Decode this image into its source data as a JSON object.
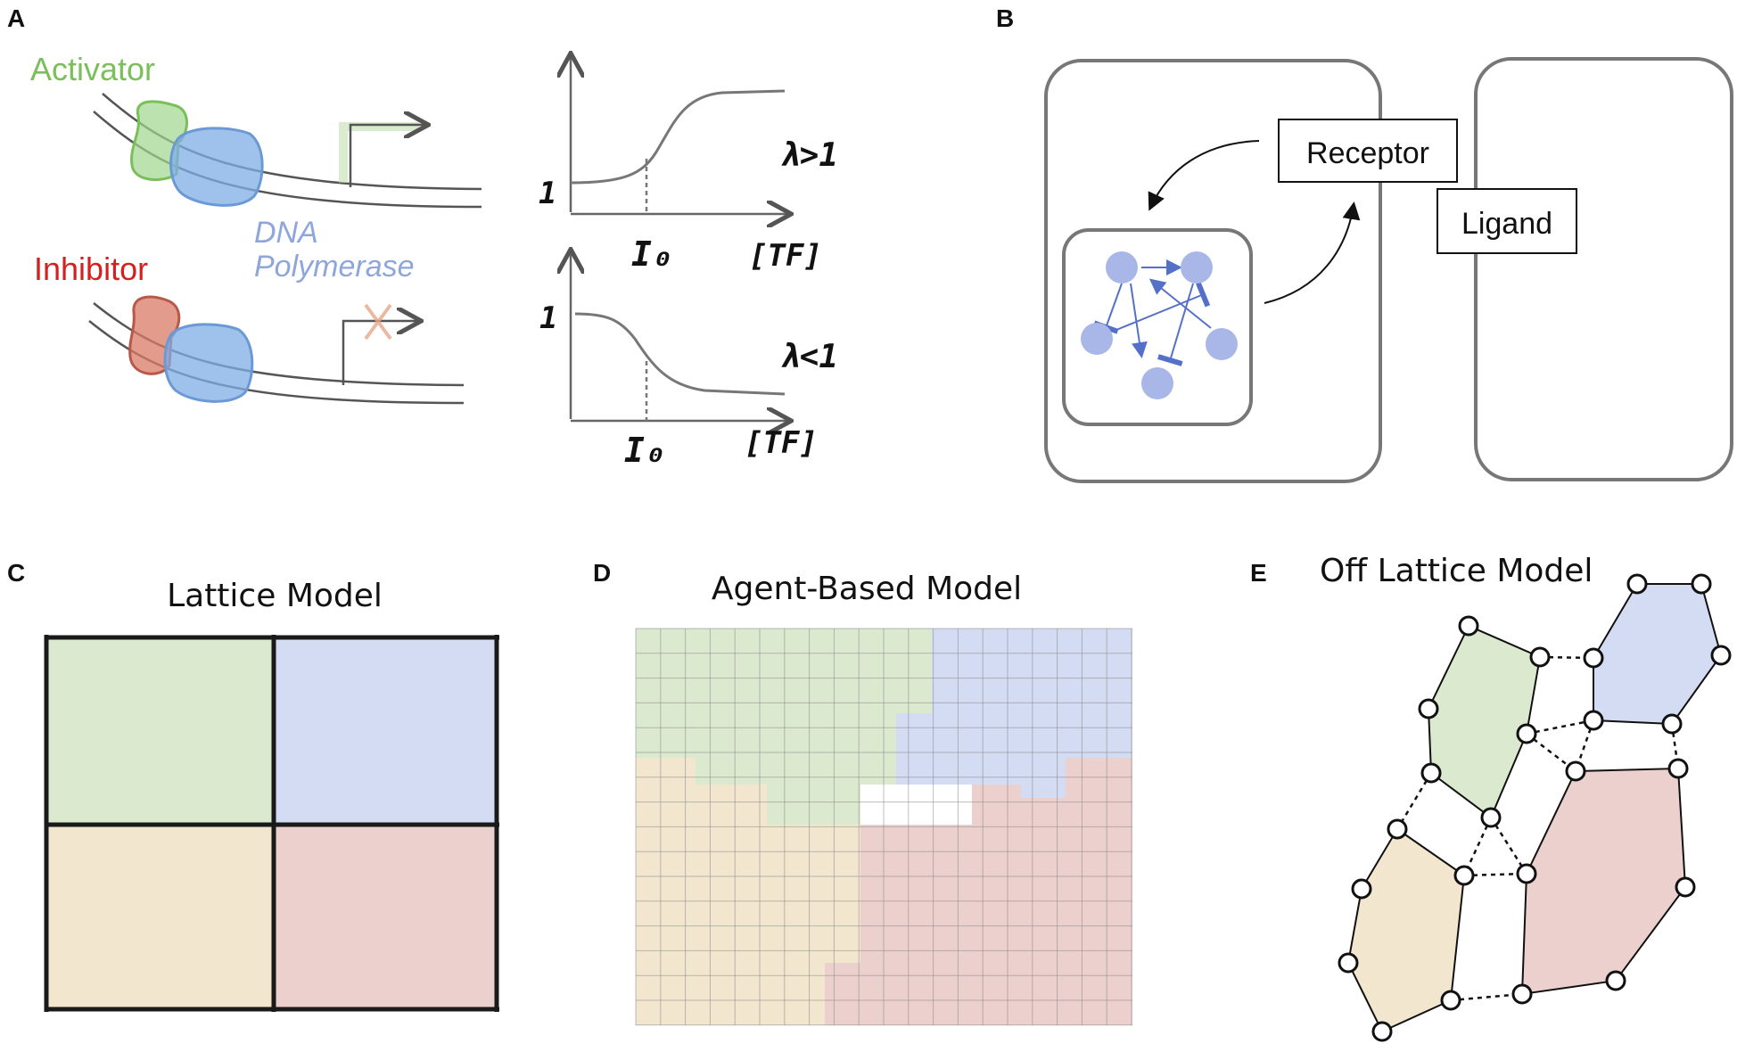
{
  "panels": {
    "A": {
      "letter": "A",
      "activator_label": "Activator",
      "inhibitor_label": "Inhibitor",
      "polymerase_label_1": "DNA",
      "polymerase_label_2": "Polymerase",
      "curve_top": {
        "y_tick": "1",
        "x_tick": "I₀",
        "x_label": "[TF]",
        "condition": "λ>1"
      },
      "curve_bottom": {
        "y_tick": "1",
        "x_tick": "I₀",
        "x_label": "[TF]",
        "condition": "λ<1"
      },
      "colors": {
        "activator": "#9fd58f",
        "inhibitor": "#d97a66",
        "polymerase": "#7faee6",
        "inhibitor_text": "#d42020",
        "activator_text": "#7bbf5a",
        "polymerase_text": "#8ea6dc"
      }
    },
    "B": {
      "letter": "B",
      "receptor_label": "Receptor",
      "ligand_label": "Ligand",
      "node_color": "#a8b6e8",
      "arrow_color": "#5570c8"
    },
    "C": {
      "letter": "C",
      "title": "Lattice Model"
    },
    "D": {
      "letter": "D",
      "title": "Agent-Based Model"
    },
    "E": {
      "letter": "E",
      "title": "Off Lattice Model"
    },
    "region_colors": {
      "green": "#dbe9cf",
      "blue": "#d4dcf3",
      "tan": "#f2e6cf",
      "red": "#ecd0cd"
    }
  }
}
